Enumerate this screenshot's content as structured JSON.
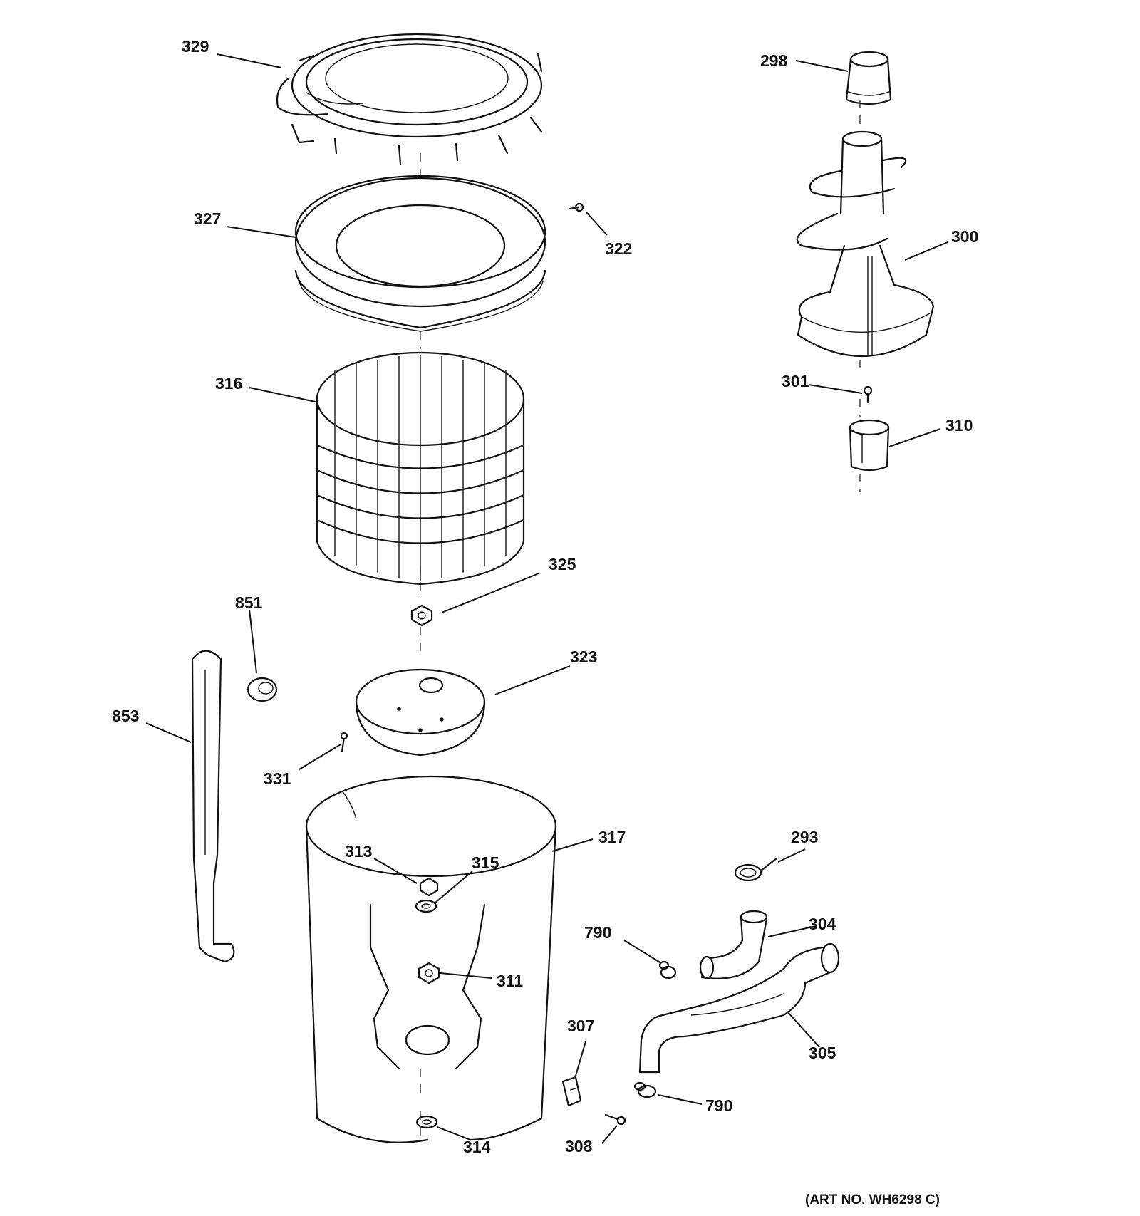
{
  "parts": [
    {
      "id": "part-329",
      "label": "329"
    },
    {
      "id": "part-327",
      "label": "327"
    },
    {
      "id": "part-322",
      "label": "322"
    },
    {
      "id": "part-316",
      "label": "316"
    },
    {
      "id": "part-325",
      "label": "325"
    },
    {
      "id": "part-323",
      "label": "323"
    },
    {
      "id": "part-851",
      "label": "851"
    },
    {
      "id": "part-853",
      "label": "853"
    },
    {
      "id": "part-331",
      "label": "331"
    },
    {
      "id": "part-317",
      "label": "317"
    },
    {
      "id": "part-313",
      "label": "313"
    },
    {
      "id": "part-315",
      "label": "315"
    },
    {
      "id": "part-311",
      "label": "311"
    },
    {
      "id": "part-314",
      "label": "314"
    },
    {
      "id": "part-298",
      "label": "298"
    },
    {
      "id": "part-300",
      "label": "300"
    },
    {
      "id": "part-301",
      "label": "301"
    },
    {
      "id": "part-310",
      "label": "310"
    },
    {
      "id": "part-293",
      "label": "293"
    },
    {
      "id": "part-304",
      "label": "304"
    },
    {
      "id": "part-790a",
      "label": "790"
    },
    {
      "id": "part-305",
      "label": "305"
    },
    {
      "id": "part-307",
      "label": "307"
    },
    {
      "id": "part-308",
      "label": "308"
    },
    {
      "id": "part-790b",
      "label": "790"
    }
  ],
  "art_number": "(ART NO. WH6298 C)"
}
